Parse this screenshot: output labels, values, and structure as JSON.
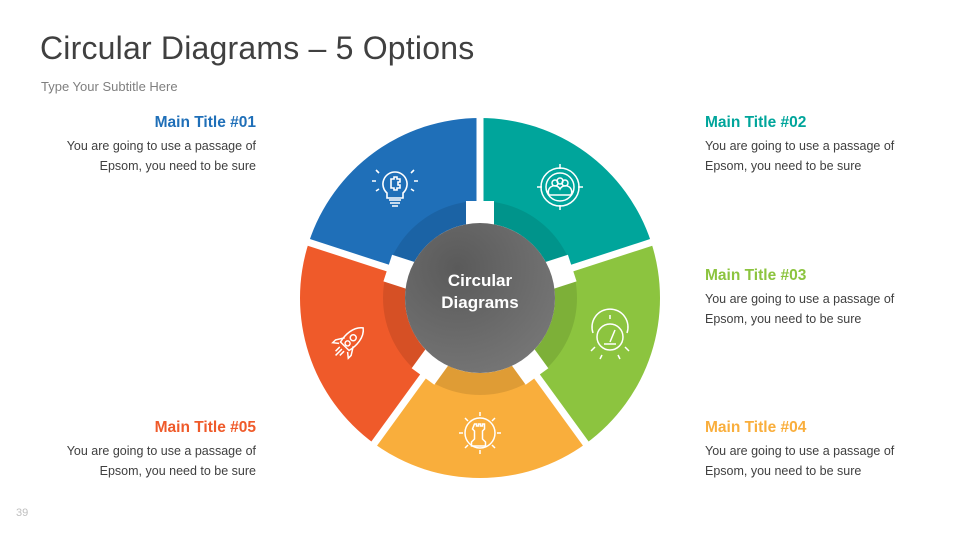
{
  "header": {
    "title": "Circular Diagrams – 5 Options",
    "subtitle": "Type Your Subtitle Here"
  },
  "center": {
    "line1": "Circular",
    "line2": "Diagrams",
    "color": "#6b6b6b"
  },
  "segments": [
    {
      "id": "01",
      "title": "Main Title #01",
      "text_line1": "You are going to use a passage of",
      "text_line2": "Epsom, you need to be sure",
      "color": "#1f6fb8",
      "icon": "lightbulb-puzzle-icon"
    },
    {
      "id": "02",
      "title": "Main Title #02",
      "text_line1": "You are going to use a passage of",
      "text_line2": "Epsom, you need to be sure",
      "color": "#00a59b",
      "icon": "target-team-icon"
    },
    {
      "id": "03",
      "title": "Main Title #03",
      "text_line1": "You are going to use a passage of",
      "text_line2": "Epsom, you need to be sure",
      "color": "#8cc43f",
      "icon": "gauge-gear-icon"
    },
    {
      "id": "04",
      "title": "Main Title #04",
      "text_line1": "You are going to use a passage of",
      "text_line2": "Epsom, you need to be sure",
      "color": "#f9ae3c",
      "icon": "chess-gear-icon"
    },
    {
      "id": "05",
      "title": "Main Title #05",
      "text_line1": "You are going to use a passage of",
      "text_line2": "Epsom, you need to be sure",
      "color": "#ef5a2a",
      "icon": "rocket-icon"
    }
  ],
  "footer": {
    "page_number": "39"
  }
}
